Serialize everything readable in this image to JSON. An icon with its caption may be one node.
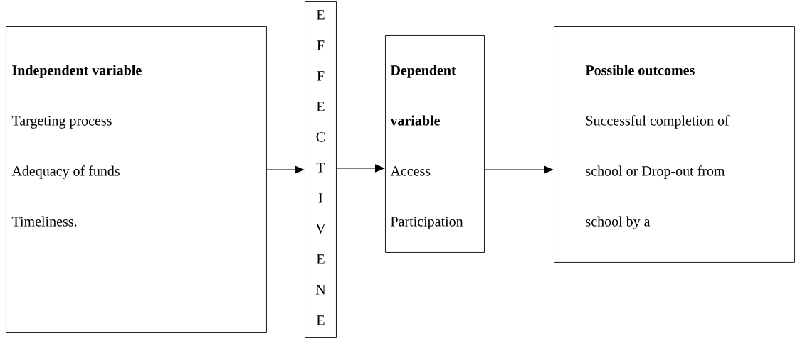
{
  "diagram": {
    "nodes": [
      {
        "text": [
          "Independent variable",
          "Targeting process",
          "Adequacy of funds",
          "Timeliness."
        ]
      },
      {
        "text": [
          "E F F E C T I V E N E"
        ]
      },
      {
        "text": [
          "Dependent variable",
          "Access",
          "Participation"
        ]
      },
      {
        "text": [
          "Possible outcomes",
          "Successful completion of school or Drop-out from school by a"
        ]
      }
    ],
    "edges": [
      {
        "from": 0,
        "to": 1,
        "arrow": "to"
      },
      {
        "from": 1,
        "to": 2,
        "arrow": "to"
      },
      {
        "from": 2,
        "to": 3,
        "arrow": "to"
      }
    ]
  }
}
